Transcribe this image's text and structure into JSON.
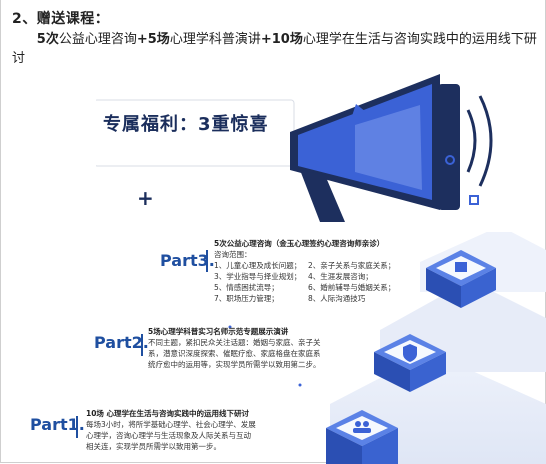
{
  "heading": "2、赠送课程：",
  "intro": {
    "n1": "5次",
    "t1": "公益心理咨询",
    "p1": "+",
    "n2": "5场",
    "t2": "心理学科普演讲",
    "p2": "+",
    "n3": "10场",
    "t3": "心理学在生活与咨询实践中的运用线下研讨"
  },
  "banner": {
    "title": "专属福利：3重惊喜",
    "plus_sign": "+"
  },
  "parts": {
    "p3": {
      "label": "Part3.",
      "header": "5次公益心理咨询（金玉心理签约心理咨询师亲诊）",
      "sub": "咨询范围：",
      "items": [
        "1、儿童心理及成长问题；",
        "2、亲子关系与家庭关系；",
        "3、学业指导与择业规划；",
        "4、生涯发展咨询；",
        "5、情感困扰流导；",
        "6、婚前辅导与婚姻关系；",
        "7、职场压力管理；",
        "8、人际沟通技巧"
      ]
    },
    "p2": {
      "label": "Part2.",
      "header": "5场心理学科普实习名师示范专题展示演讲",
      "lines": [
        "不同主题，紧扣民众关注话题：婚姻与家庭、亲子关",
        "系，潜意识深度探索、催眠疗愈、家庭格盘在家庭系",
        "统疗愈中的运用等，实现学员所需学以致用第二步。"
      ]
    },
    "p1": {
      "label": "Part1.",
      "header": "10场 心理学在生活与咨询实践中的运用线下研讨",
      "lines": [
        "每场3小时，将所学基础心理学、社会心理学、发展",
        "心理学，咨询心理学与生活现象及人际关系与互动",
        "相关连，实现学员所需学以致用第一步。"
      ]
    }
  },
  "colors": {
    "accent": "#1f4fa0",
    "cube": "#2f5fd0",
    "dark": "#1b2e5c"
  },
  "icons": [
    "megaphone-icon",
    "box-icon",
    "shield-icon",
    "users-icon"
  ]
}
